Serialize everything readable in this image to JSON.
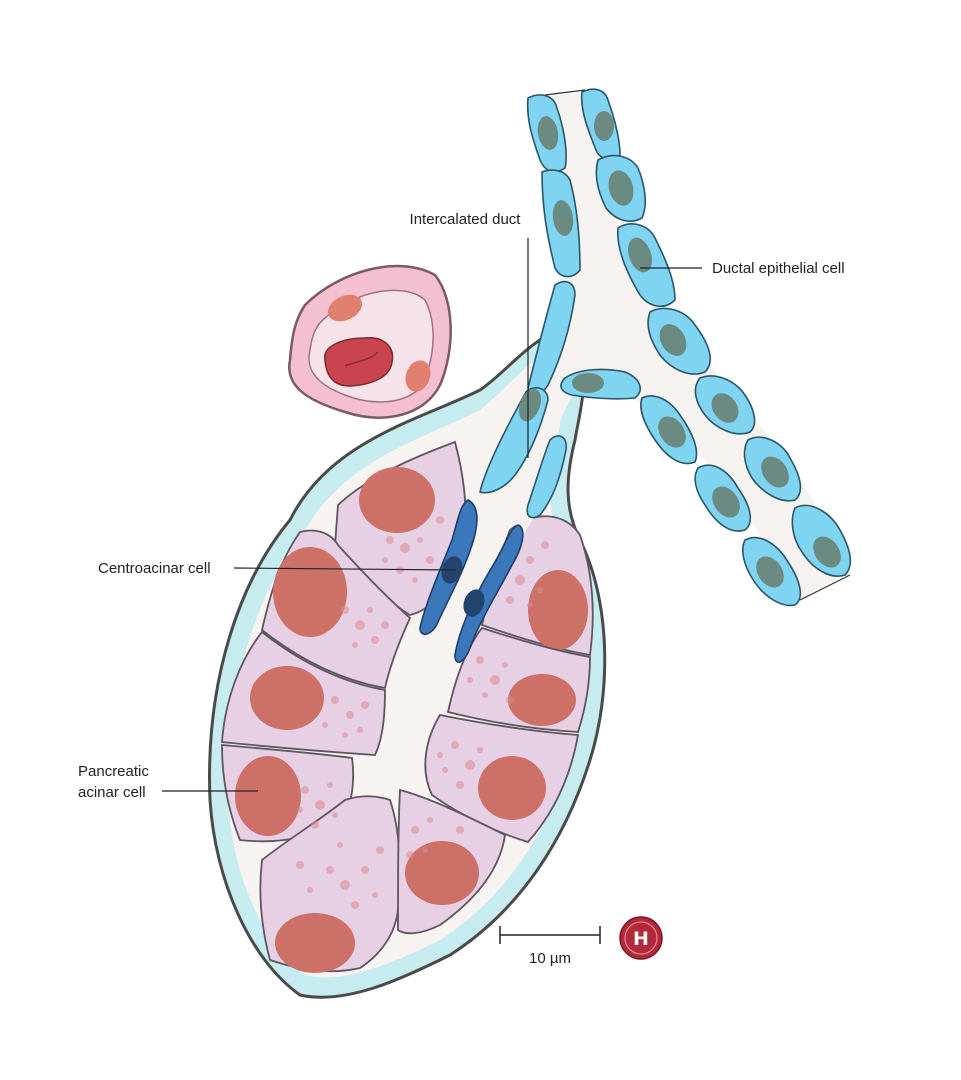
{
  "labels": {
    "intercalated_duct": "Intercalated duct",
    "ductal_epithelial_cell": "Ductal epithelial cell",
    "centroacinar_cell": "Centroacinar cell",
    "pancreatic_acinar_cell_line1": "Pancreatic",
    "pancreatic_acinar_cell_line2": "acinar cell"
  },
  "scale_bar": {
    "label": "10 µm"
  },
  "logo": {
    "letter": "H"
  },
  "colors": {
    "acinar_cell": "#e8d0e4",
    "acinar_nucleus": "#cc7068",
    "zymogen_granule": "#d98c90",
    "basement_membrane": "#c6ecef",
    "outline": "#4a4a4a",
    "lumen": "#f6f2ef",
    "ductal_cell": "#7fd4f2",
    "ductal_nucleus": "#6b8a82",
    "centroacinar_cell": "#3a78bb",
    "centroacinar_nucleus": "#22446f",
    "capillary_wall": "#f4bfd0",
    "red_blood_cell": "#c9444e",
    "logo_red": "#b3283a"
  }
}
